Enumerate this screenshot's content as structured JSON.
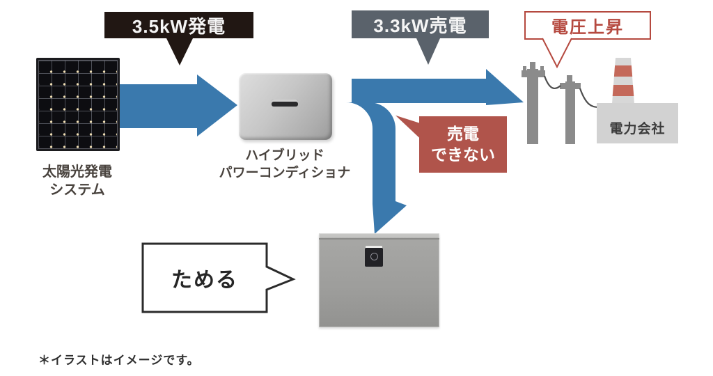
{
  "diagram": {
    "callouts": {
      "generation": "3.5kW発電",
      "sell": "3.3kW売電",
      "voltage_rise": "電圧上昇",
      "cannot_sell_line1": "売電",
      "cannot_sell_line2": "できない",
      "store": "ためる"
    },
    "devices": {
      "solar_line1": "太陽光発電",
      "solar_line2": "システム",
      "conditioner_line1": "ハイブリッド",
      "conditioner_line2": "パワーコンディショナ",
      "power_company": "電力会社"
    },
    "note": "＊イラストはイメージです。",
    "colors": {
      "flow_blue": "#3a79ad",
      "callout_black": "#211713",
      "callout_gray": "#5a626b",
      "alert_red_fill": "#b0544b",
      "alert_red_line": "#b5493f",
      "pole_gray": "#8b8b8b",
      "building_gray": "#d2d2d2"
    }
  }
}
